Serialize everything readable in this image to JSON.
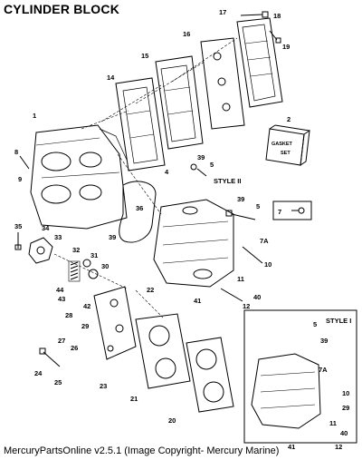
{
  "title": "CYLINDER BLOCK",
  "footer": "MercuryPartsOnline v2.5.1 (Image Copyright- Mercury Marine)",
  "style_labels": {
    "style2": "STYLE II",
    "style1": "STYLE I"
  },
  "gasket_box": {
    "line1": "GASKET",
    "line2": "SET"
  },
  "callouts": {
    "c1": "1",
    "c2": "2",
    "c4": "4",
    "c5": "5",
    "c5b": "5",
    "c5c": "5",
    "c7": "7",
    "c7a": "7A",
    "c7a2": "7A",
    "c8": "8",
    "c9": "9",
    "c10": "10",
    "c10b": "10",
    "c11": "11",
    "c11b": "11",
    "c12": "12",
    "c12b": "12",
    "c14": "14",
    "c15": "15",
    "c16": "16",
    "c17": "17",
    "c18": "18",
    "c19": "19",
    "c20": "20",
    "c21": "21",
    "c22": "22",
    "c23": "23",
    "c24": "24",
    "c25": "25",
    "c26": "26",
    "c27": "27",
    "c28": "28",
    "c29": "29",
    "c29b": "29",
    "c30": "30",
    "c31": "31",
    "c32": "32",
    "c33": "33",
    "c34": "34",
    "c35": "35",
    "c36": "36",
    "c39": "39",
    "c39b": "39",
    "c39c": "39",
    "c39d": "39",
    "c40": "40",
    "c40b": "40",
    "c41": "41",
    "c41b": "41",
    "c42": "42",
    "c43": "43",
    "c44": "44"
  }
}
